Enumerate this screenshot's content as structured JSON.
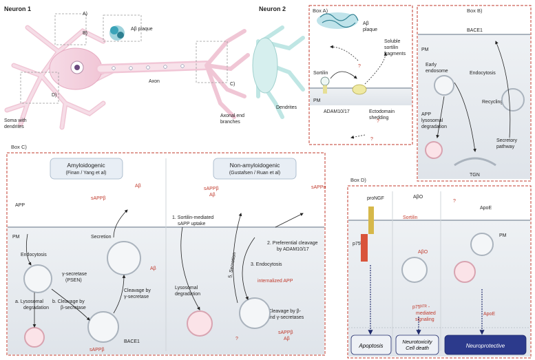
{
  "neurons": {
    "neuron1": "Neuron 1",
    "neuron2": "Neuron 2",
    "axon": "Axon",
    "plaque": "Aβ\nplaque",
    "soma": "Soma with\ndendrites",
    "dendrites": "Dendrites",
    "axonal_end": "Axonal end\nbranches",
    "callouts": [
      "A)",
      "B)",
      "C)",
      "D)"
    ]
  },
  "boxA": {
    "title": "Box A)",
    "plaque": "Aβ\nplaque",
    "soluble": "Soluble\nsortilin\nfragments",
    "sortilin": "Sortilin",
    "pm": "PM",
    "adam": "ADAM10/17",
    "ectodomain": "Ectodomain\nshedding",
    "q1": "?",
    "q2": "?",
    "q3": "?"
  },
  "boxB": {
    "title": "Box B)",
    "pm": "PM",
    "bace1": "BACE1",
    "early_endosome": "Early\nendosome",
    "endocytosis": "Endocytosis",
    "app_lyso": "APP\nlysosomal\ndegradation",
    "recycling": "Recycling",
    "secretory": "Secretory\npathway",
    "tgn": "TGN"
  },
  "boxC": {
    "title": "Box C)",
    "amyloidogenic_title": "Amyloidogenic\n(Finan / Yang et al)",
    "nonamyloidogenic_title": "Non-amyloidogenic\n(Gustafsen / Ruan et al)",
    "app": "APP",
    "pm": "PM",
    "endocytosis_left": "Endocytosis",
    "secretion": "Secretion",
    "gamma_secretase": "γ-secretase\n(PSEN)",
    "cleavage_gamma": "Cleavage by\nγ-secretase",
    "a_lyso": "a. Lysosomal\ndegradation",
    "b_cleavage": "b. Cleavage by\nβ-secretase",
    "bace1": "BACE1",
    "sappb_top": "sAPPβ",
    "ab_top": "Aβ",
    "ab_right": "Aβ",
    "sappb_bottom": "sAPPβ",
    "uptake": "1. Sortilin-mediated\nsAPP uptake",
    "lyso_deg": "Lysosomal\ndegradation",
    "secretion5": "5. Secretion",
    "preferential": "2. Preferential cleavage\nby ADAM10/17",
    "endocytosis3": "3. Endocytosis",
    "internalized": "internalized APP",
    "cleavage4": "4. Cleavage by β-\nand γ-secretases",
    "sappb_ab_right": "sAPPβ\nAβ",
    "sappb_top_right": "sAPPβ\nAβ",
    "sappa": "sAPPα",
    "q": "?"
  },
  "boxD": {
    "title": "Box D)",
    "pro_ngf": "proNGF",
    "abo": "AβO",
    "sortilin": "Sortilin",
    "p75": "p75ᴺᵀᴿ",
    "abo_lower": "AβO",
    "p75_signal": "p75ᴺᵀᴿ -\nmediated\nsignaling",
    "apoe": "ApoE",
    "pm": "PM",
    "apoe_lower": "ApoE",
    "q": "?",
    "outcomes": [
      "Apoptosis",
      "Neurotoxicity\nCell death",
      "Neuroprotective"
    ]
  }
}
